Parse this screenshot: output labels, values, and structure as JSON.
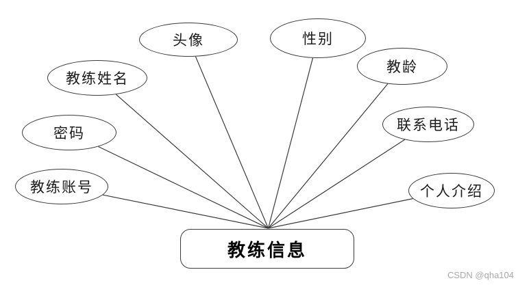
{
  "diagram": {
    "entity": {
      "label": "教练信息"
    },
    "attributes": [
      {
        "label": "头像"
      },
      {
        "label": "性别"
      },
      {
        "label": "教练姓名"
      },
      {
        "label": "教龄"
      },
      {
        "label": "密码"
      },
      {
        "label": "联系电话"
      },
      {
        "label": "教练账号"
      },
      {
        "label": "个人介绍"
      }
    ]
  },
  "watermark": {
    "text": "CSDN @qha104"
  },
  "colors": {
    "stroke": "#3a3a3a",
    "node_fill": "#ffffff",
    "background": "#ffffff",
    "entity_text": "#000000",
    "watermark_text": "#aaaaaa"
  }
}
